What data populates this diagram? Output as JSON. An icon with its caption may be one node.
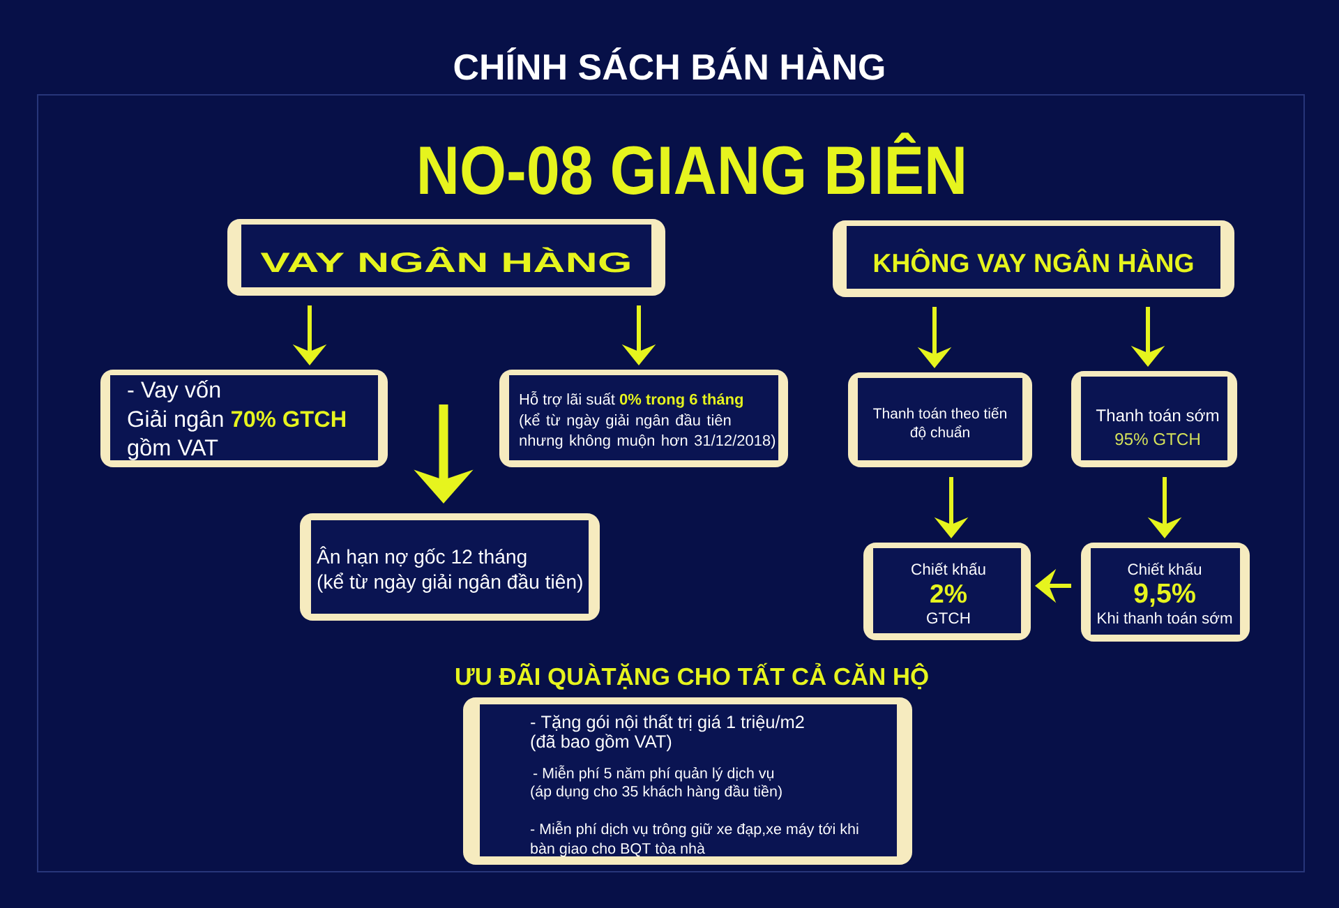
{
  "diagram": {
    "title": "CHÍNH SÁCH BÁN HÀNG",
    "nodes": [
      {
        "text": [
          "VAY NGÂN HÀNG"
        ]
      },
      {
        "text": [
          "KHÔNG VAY NGÂN HÀNG"
        ]
      },
      {
        "text": [
          "- Vay vốn",
          "Giải ngân **70% GTCH** gồm VAT"
        ]
      },
      {
        "text": [
          "Hỗ trợ lãi suất **0% trong 6 tháng**",
          "(kể từ ngày giải ngân đầu tiên nhưng không muộn hơn 31/12/2018)"
        ]
      },
      {
        "text": [
          "Ân hạn nợ gốc 12 tháng",
          "(kể từ ngày giải ngân đầu tiên)"
        ]
      },
      {
        "text": [
          "Thanh toán theo tiến độ chuẩn"
        ]
      },
      {
        "text": [
          "Thanh toán sớm",
          "95% GTCH"
        ]
      },
      {
        "text": [
          "Chiết khấu",
          "2%",
          "GTCH"
        ]
      },
      {
        "text": [
          "Chiết khấu",
          "9,5%",
          "Khi thanh toán sớm"
        ]
      },
      {
        "text": [
          "ƯU ĐÃI QUÀTẶNG CHO TẤT CẢ CĂN HỘ",
          "- Tặng gói nội thất trị giá 1 triệu/m2",
          "(đã bao gồm VAT)",
          "- Miễn phí 5 năm phí quản lý dịch vụ",
          "(áp dụng cho 35 khách hàng đầu tiền)",
          "- Miễn phí dịch vụ trông giữ xe đạp,xe máy tới khi bàn giao cho BQT tòa nhà"
        ]
      }
    ],
    "edges": [
      {
        "from": 0,
        "to": 2,
        "arrow": "to"
      },
      {
        "from": 0,
        "to": 3,
        "arrow": "to"
      },
      {
        "from": null,
        "to": 4,
        "arrow": "to",
        "style": "thick"
      },
      {
        "from": 1,
        "to": 5,
        "arrow": "to"
      },
      {
        "from": 1,
        "to": 6,
        "arrow": "to"
      },
      {
        "from": 5,
        "to": 7,
        "arrow": "to"
      },
      {
        "from": 6,
        "to": 8,
        "arrow": "to"
      },
      {
        "from": 8,
        "to": 7,
        "arrow": "to"
      }
    ],
    "labels": [
      "NO-08 GIANG BIÊN"
    ]
  }
}
